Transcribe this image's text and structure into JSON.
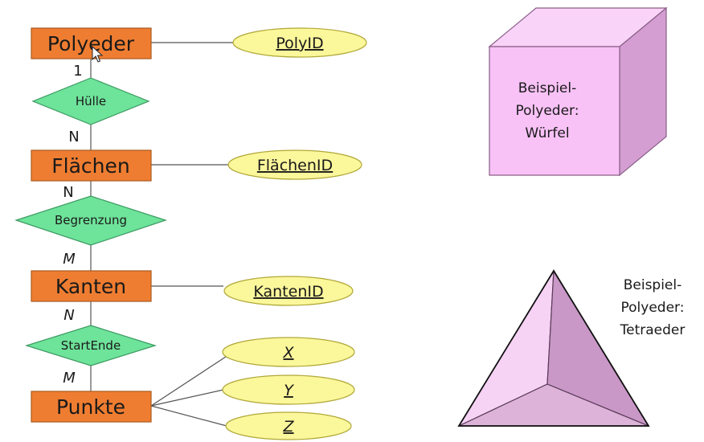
{
  "entities": {
    "polyeder": "Polyeder",
    "flaechen": "Flächen",
    "kanten": "Kanten",
    "punkte": "Punkte"
  },
  "relationships": {
    "huelle": "Hülle",
    "begrenzung": "Begrenzung",
    "startende": "StartEnde"
  },
  "attributes": {
    "polyid": "PolyID",
    "flaechenid": "FlächenID",
    "kantenid": "KantenID",
    "x": "X",
    "y": "Y",
    "z": "Z"
  },
  "cardinalities": {
    "polyeder_huelle": "1",
    "huelle_flaechen": "N",
    "flaechen_begrenzung": "N",
    "begrenzung_kanten": "M",
    "kanten_startende": "N",
    "startende_punkte": "M"
  },
  "examples": {
    "cube_lines": [
      "Beispiel-",
      "Polyeder:",
      "Würfel"
    ],
    "tetra_lines": [
      "Beispiel-",
      "Polyeder:",
      "Tetraeder"
    ]
  },
  "colors": {
    "entity_fill": "#ef7d31",
    "relationship_fill": "#6ee39a",
    "attribute_fill": "#fbf79b",
    "cube_front": "#f8c2f6",
    "cube_top": "#fad4f8",
    "cube_side": "#d49ed2",
    "tetra_left": "#f6d2f5",
    "tetra_right": "#c998c7",
    "tetra_bottom": "#ddb3da"
  }
}
